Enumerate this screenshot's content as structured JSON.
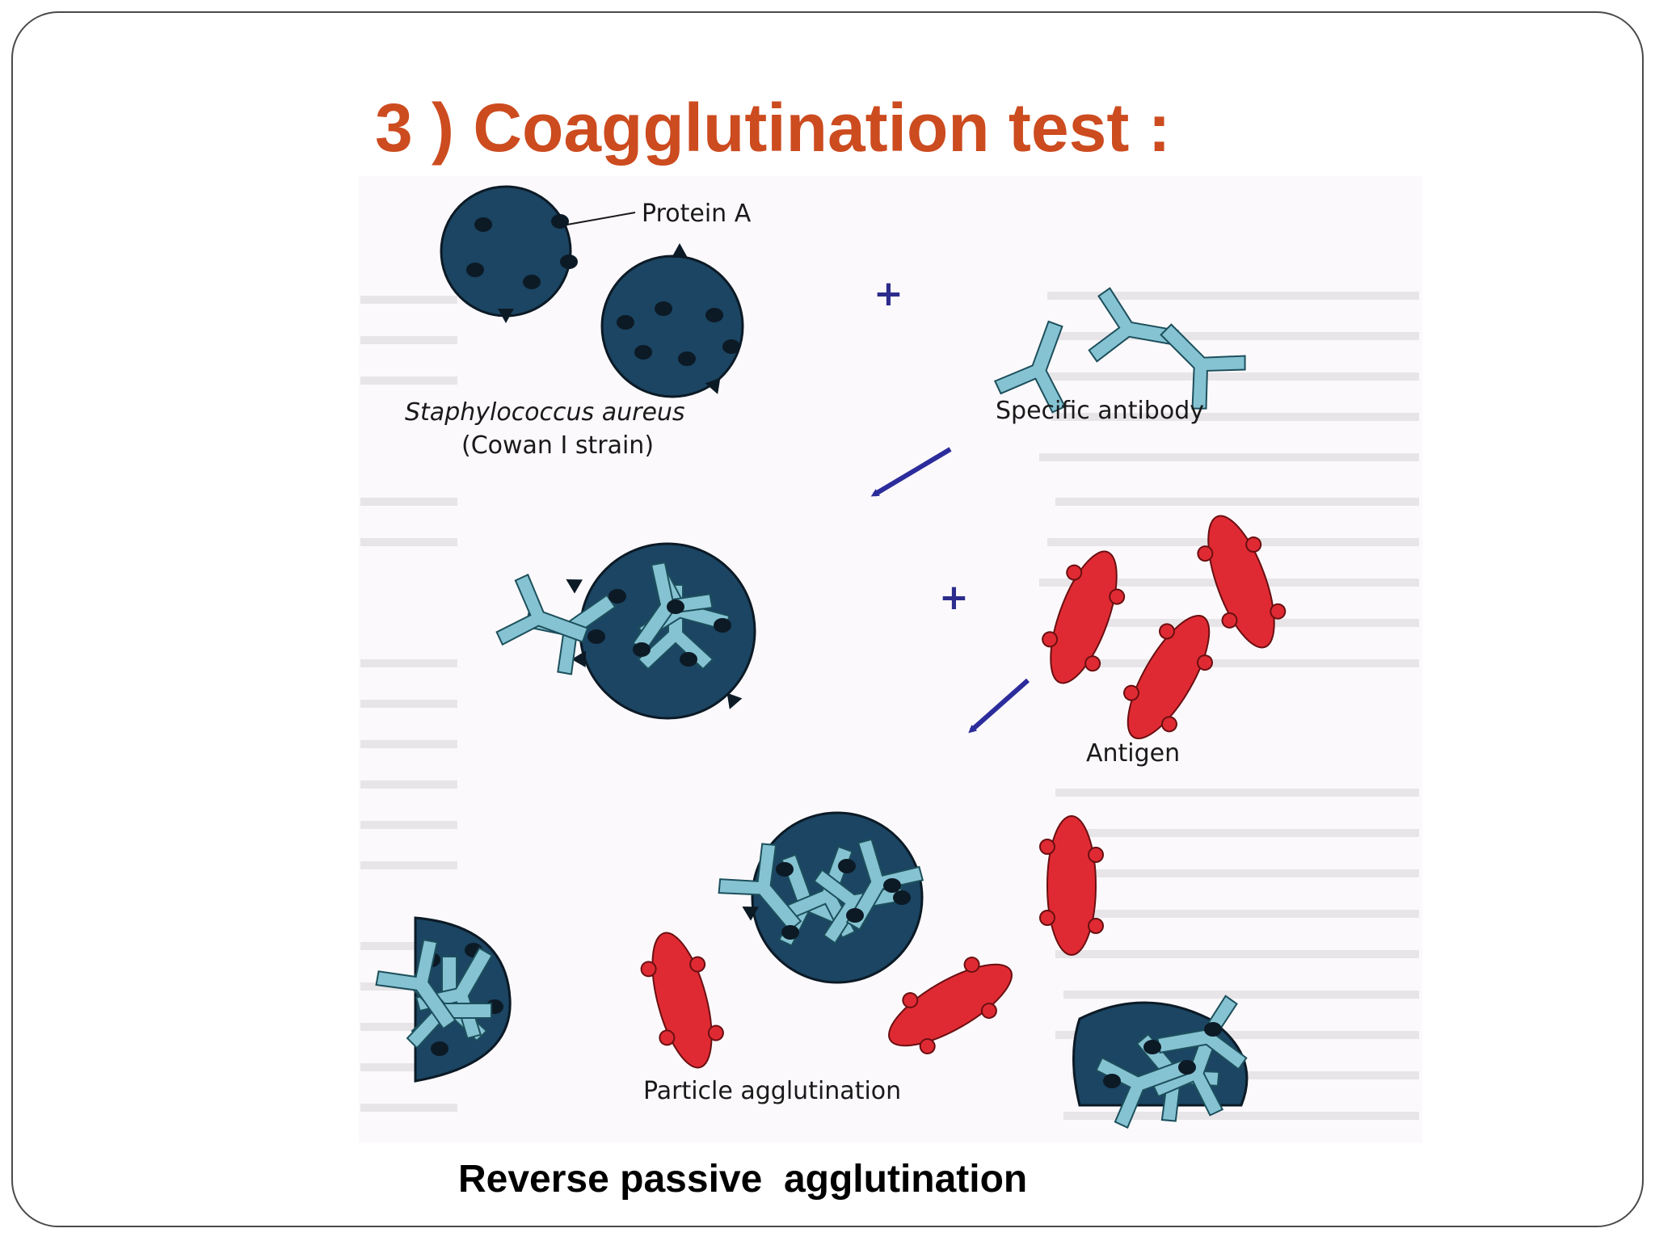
{
  "slide": {
    "title": "3 ) Coagglutination test :",
    "caption": "Reverse passive  agglutination"
  },
  "figure": {
    "labels": {
      "protein_a": "Protein A",
      "staph_line1": "Staphylococcus aureus",
      "staph_line2": "(Cowan I strain)",
      "specific_antibody": "Specific antibody",
      "antigen": "Antigen",
      "particle_agglutination": "Particle agglutination",
      "plus": "+"
    }
  },
  "colors": {
    "title": "#cc4b1f",
    "bacterium": "#1b4562",
    "protein_a": "#0c1a26",
    "antibody": "#86c3d2",
    "antigen": "#e02a33",
    "arrow": "#2c2c9c"
  }
}
